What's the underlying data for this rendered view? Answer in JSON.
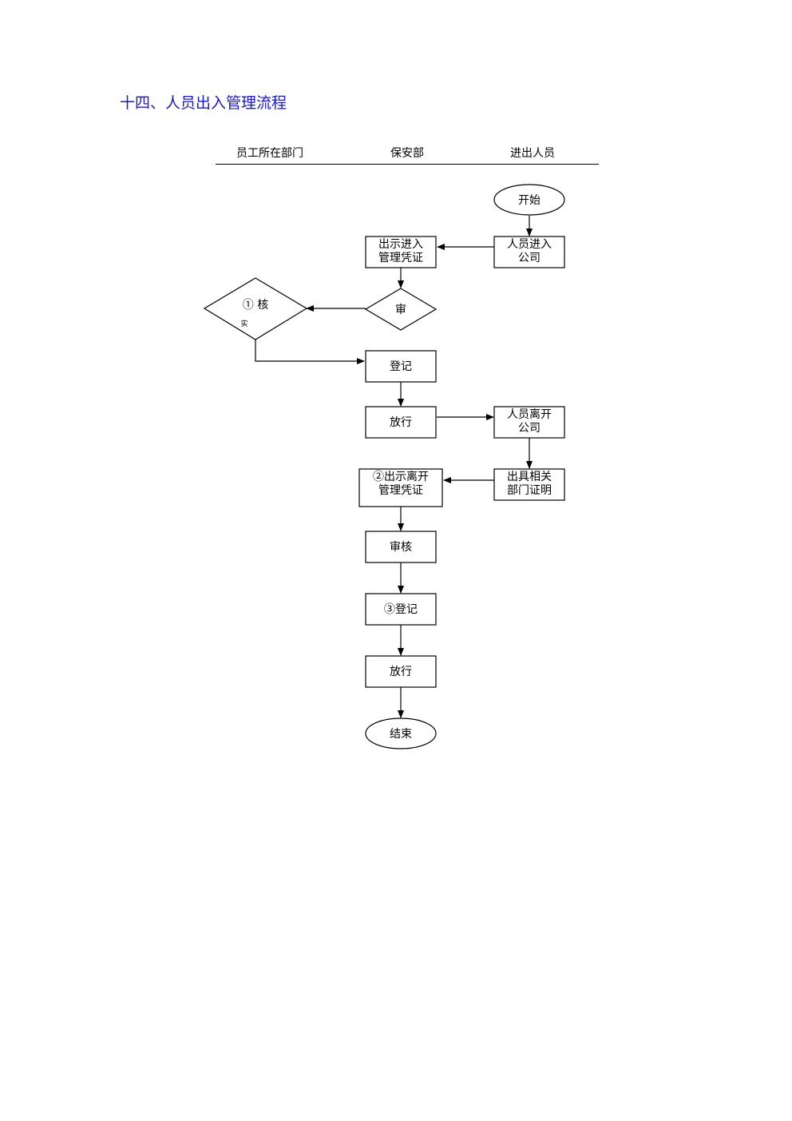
{
  "title": "十四、人员出入管理流程",
  "lanes": [
    "员工所在部门",
    "保安部",
    "进出人员"
  ],
  "nodes": {
    "start": [
      "开始"
    ],
    "person_enter": [
      "人员进入",
      "公司"
    ],
    "show_enter": [
      "出示进入",
      "管理凭证"
    ],
    "review_diamond": [
      "审"
    ],
    "verify_diamond_1": [
      "①  核"
    ],
    "verify_diamond_2": [
      "实"
    ],
    "register1": [
      "登记"
    ],
    "release1": [
      "放行"
    ],
    "person_leave": [
      "人员离开",
      "公司"
    ],
    "dept_cert": [
      "出具相关",
      "部门证明"
    ],
    "show_leave": [
      "②出示离开",
      "管理凭证"
    ],
    "review_box": [
      "审核"
    ],
    "register2": [
      "③登记"
    ],
    "release2": [
      "放行"
    ],
    "end": [
      "结束"
    ]
  },
  "colors": {
    "title": "#1a1acc",
    "stroke": "#000000"
  }
}
